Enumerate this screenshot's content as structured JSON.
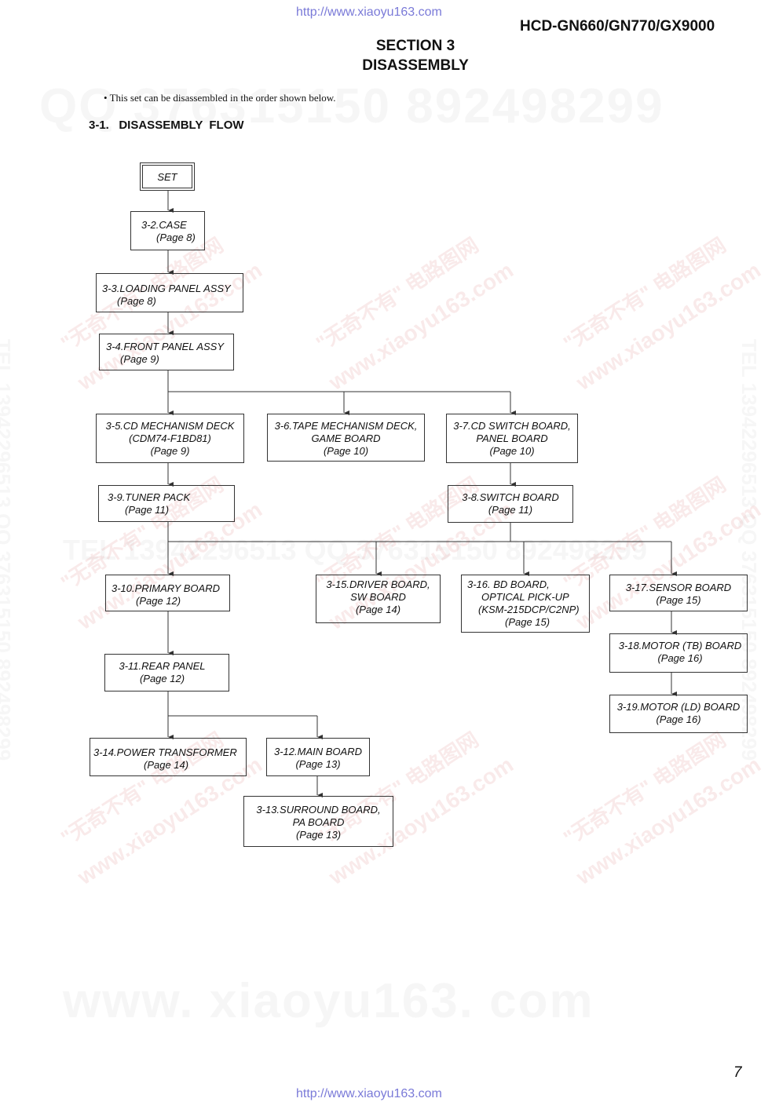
{
  "header": {
    "url_top": "http://www.xiaoyu163.com",
    "model": "HCD-GN660/GN770/GX9000",
    "section_line1": "SECTION 3",
    "section_line2": "DISASSEMBLY"
  },
  "intro": "• This set can be disassembled in the order shown below.",
  "flow_title": "3-1.   DISASSEMBLY  FLOW",
  "nodes": {
    "set": [
      "SET"
    ],
    "case": [
      "3-2.CASE",
      "(Page 8)"
    ],
    "loading": [
      "3-3.LOADING PANEL ASSY",
      "(Page 8)"
    ],
    "front": [
      "3-4.FRONT PANEL ASSY",
      "(Page 9)"
    ],
    "cdmech": [
      "3-5.CD MECHANISM DECK",
      "(CDM74-F1BD81)",
      "(Page 9)"
    ],
    "tapemech": [
      "3-6.TAPE MECHANISM DECK,",
      "GAME BOARD",
      "(Page 10)"
    ],
    "cdswitch": [
      "3-7.CD SWITCH BOARD,",
      "PANEL BOARD",
      "(Page 10)"
    ],
    "tuner": [
      "3-9.TUNER PACK",
      "(Page 11)"
    ],
    "switchb": [
      "3-8.SWITCH BOARD",
      "(Page 11)"
    ],
    "primary": [
      "3-10.PRIMARY BOARD",
      "(Page 12)"
    ],
    "driver": [
      "3-15.DRIVER BOARD,",
      "SW BOARD",
      "(Page 14)"
    ],
    "bd": [
      "3-16. BD BOARD,",
      "OPTICAL PICK-UP",
      "(KSM-215DCP/C2NP)",
      "(Page 15)"
    ],
    "sensor": [
      "3-17.SENSOR BOARD",
      "(Page 15)"
    ],
    "rear": [
      "3-11.REAR PANEL",
      "(Page 12)"
    ],
    "motortb": [
      "3-18.MOTOR (TB) BOARD",
      "(Page 16)"
    ],
    "motorld": [
      "3-19.MOTOR (LD) BOARD",
      "(Page 16)"
    ],
    "power": [
      "3-14.POWER TRANSFORMER",
      "(Page 14)"
    ],
    "main": [
      "3-12.MAIN BOARD",
      "(Page 13)"
    ],
    "surround": [
      "3-13.SURROUND BOARD,",
      "PA BOARD",
      "(Page 13)"
    ]
  },
  "watermarks": {
    "qq_top": "QQ 376315150    892498299",
    "tel_mid": "TEL 13942296513   QQ 376315150  892498299",
    "tel_side": "TEL 13942296513 QQ 376315150 892498299",
    "site_cn": "\"无奇不有\" 电路图网",
    "site_url": "www.xiaoyu163.com",
    "bottom": "www. xiaoyu163. com"
  },
  "footer": {
    "page_number": "7",
    "url_bottom": "http://www.xiaoyu163.com"
  }
}
